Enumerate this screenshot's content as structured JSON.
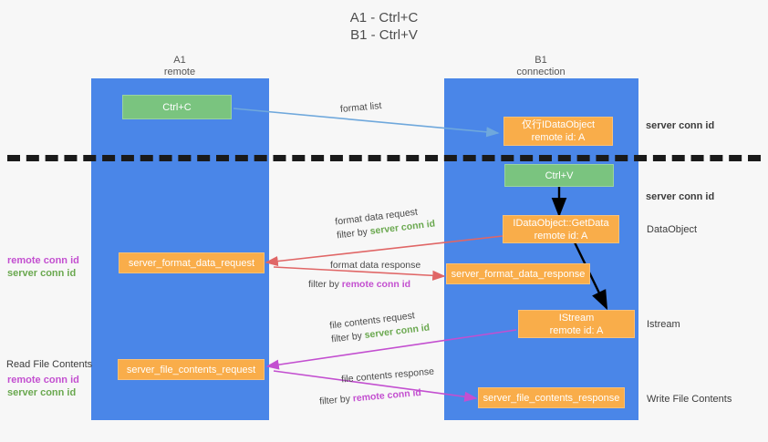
{
  "title": {
    "line1": "A1 - Ctrl+C",
    "line2": "B1 - Ctrl+V"
  },
  "columns": [
    {
      "name": "A1",
      "sub": "remote"
    },
    {
      "name": "B1",
      "sub": "connection"
    }
  ],
  "colors": {
    "lane": "#4a86e8",
    "green_box": "#7ac47f",
    "orange_box": "#f9ad4a",
    "server_conn_id": "#6aa84f",
    "remote_conn_id": "#c34fd0",
    "arrow_blue": "#6fa8dc",
    "arrow_red": "#e06666",
    "arrow_magenta": "#c34fd0",
    "arrow_black": "#000000",
    "background": "#f7f7f7"
  },
  "boxes": [
    {
      "id": "ctrl-c",
      "label": "Ctrl+C",
      "sub": "",
      "style": "green"
    },
    {
      "id": "idataobject",
      "label": "仅行IDataObject",
      "sub": "remote id: A",
      "style": "orange"
    },
    {
      "id": "ctrl-v",
      "label": "Ctrl+V",
      "sub": "",
      "style": "green"
    },
    {
      "id": "getdata",
      "label": "IDataObject::GetData",
      "sub": "remote id: A",
      "style": "orange"
    },
    {
      "id": "format-data-request",
      "label": "server_format_data_request",
      "sub": "",
      "style": "orange"
    },
    {
      "id": "format-data-response",
      "label": "server_format_data_response",
      "sub": "",
      "style": "orange"
    },
    {
      "id": "istream",
      "label": "IStream",
      "sub": "remote id: A",
      "style": "orange"
    },
    {
      "id": "file-contents-request",
      "label": "server_file_contents_request",
      "sub": "",
      "style": "orange"
    },
    {
      "id": "file-contents-response",
      "label": "server_file_contents_response",
      "sub": "",
      "style": "orange"
    }
  ],
  "annotations": [
    {
      "id": "format-list",
      "text": "format list",
      "filter_prefix": "",
      "filter_value": ""
    },
    {
      "id": "format-data-request",
      "text": "format data request",
      "filter_prefix": "filter by",
      "filter_value": "server conn id"
    },
    {
      "id": "format-data-response",
      "text": "format data response",
      "filter_prefix": "filter by",
      "filter_value": "remote conn id"
    },
    {
      "id": "file-contents-request",
      "text": "file contents request",
      "filter_prefix": "filter by",
      "filter_value": "server conn id"
    },
    {
      "id": "file-contents-response",
      "text": "file contents response",
      "filter_prefix": "filter by",
      "filter_value": "remote conn id"
    }
  ],
  "right_labels": [
    {
      "id": "server-conn-id-top",
      "text": "server conn id",
      "color": "green"
    },
    {
      "id": "server-conn-id-mid",
      "text": "server conn id",
      "color": "green"
    },
    {
      "id": "dataobject",
      "text": "DataObject",
      "color": "dark"
    },
    {
      "id": "istream",
      "text": "Istream",
      "color": "dark"
    },
    {
      "id": "write-file-contents",
      "text": "Write File Contents",
      "color": "dark"
    }
  ],
  "left_labels": [
    {
      "id": "format-remote",
      "text": "remote conn id",
      "color": "magenta"
    },
    {
      "id": "format-server",
      "text": "server conn id",
      "color": "green"
    },
    {
      "id": "read-file-contents",
      "text": "Read File Contents",
      "color": "dark"
    },
    {
      "id": "file-remote",
      "text": "remote conn id",
      "color": "magenta"
    },
    {
      "id": "file-server",
      "text": "server conn id",
      "color": "green"
    }
  ]
}
